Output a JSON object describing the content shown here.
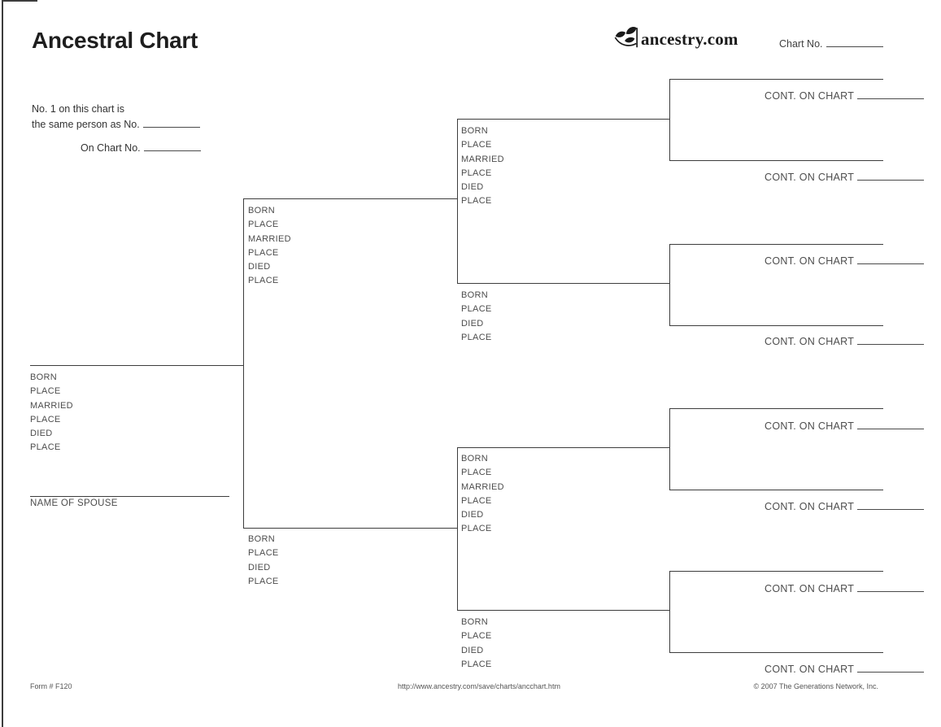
{
  "page": {
    "title": "Ancestral Chart",
    "chart_no_label": "Chart No.",
    "logo_text": "ancestry.com"
  },
  "reference_note": {
    "line1": "No. 1 on this chart is",
    "line2": "the same person as No.",
    "line3": "On Chart No."
  },
  "persons": {
    "root": {
      "fields": [
        "BORN",
        "PLACE",
        "MARRIED",
        "PLACE",
        "DIED",
        "PLACE"
      ]
    },
    "spouse": {
      "label": "NAME OF SPOUSE"
    },
    "father": {
      "fields": [
        "BORN",
        "PLACE",
        "MARRIED",
        "PLACE",
        "DIED",
        "PLACE"
      ]
    },
    "mother": {
      "fields": [
        "BORN",
        "PLACE",
        "DIED",
        "PLACE"
      ]
    },
    "paternal_grandfather": {
      "fields": [
        "BORN",
        "PLACE",
        "MARRIED",
        "PLACE",
        "DIED",
        "PLACE"
      ]
    },
    "paternal_grandmother": {
      "fields": [
        "BORN",
        "PLACE",
        "DIED",
        "PLACE"
      ]
    },
    "maternal_grandfather": {
      "fields": [
        "BORN",
        "PLACE",
        "MARRIED",
        "PLACE",
        "DIED",
        "PLACE"
      ]
    },
    "maternal_grandmother": {
      "fields": [
        "BORN",
        "PLACE",
        "DIED",
        "PLACE"
      ]
    }
  },
  "continuation": {
    "label": "CONT. ON CHART"
  },
  "footer": {
    "form_number": "Form # F120",
    "url": "http://www.ancestry.com/save/charts/ancchart.htm",
    "copyright": "© 2007 The Generations Network, Inc."
  },
  "colors": {
    "line": "#3d3d3d",
    "text": "#4a4a4a",
    "title": "#1e1e1e"
  }
}
